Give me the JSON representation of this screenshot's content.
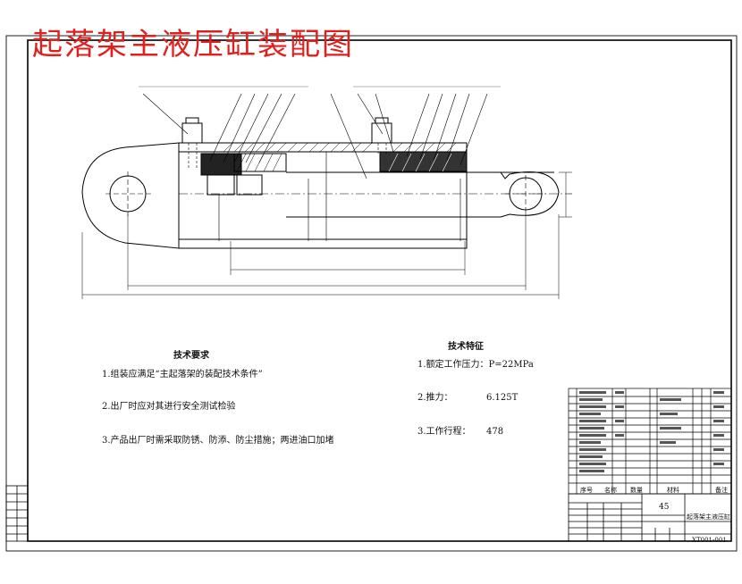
{
  "title": "起落架主液压缸装配图",
  "tech_requirements": {
    "heading": "技术要求",
    "items": [
      "1.组装应满足“主起落架的装配技术条件”",
      "2.出厂时应对其进行安全测试检验",
      "3.产品出厂时需采取防锈、防添、防尘措施；两进油口加堵"
    ]
  },
  "tech_characteristics": {
    "heading": "技术特征",
    "rated_pressure": "1.额定工作压力：P=22MPa",
    "thrust_label": "2.推力：",
    "thrust_value": "6.125T",
    "stroke_label": "3.工作行程：",
    "stroke_value": "478"
  },
  "title_block": {
    "material": "45",
    "drawing_name": "起落架主液压缸",
    "drawing_number": "XT001-001"
  },
  "bom_header": {
    "seq": "序号",
    "name": "名称",
    "qty": "数量",
    "material": "材料",
    "remark": "备注"
  }
}
